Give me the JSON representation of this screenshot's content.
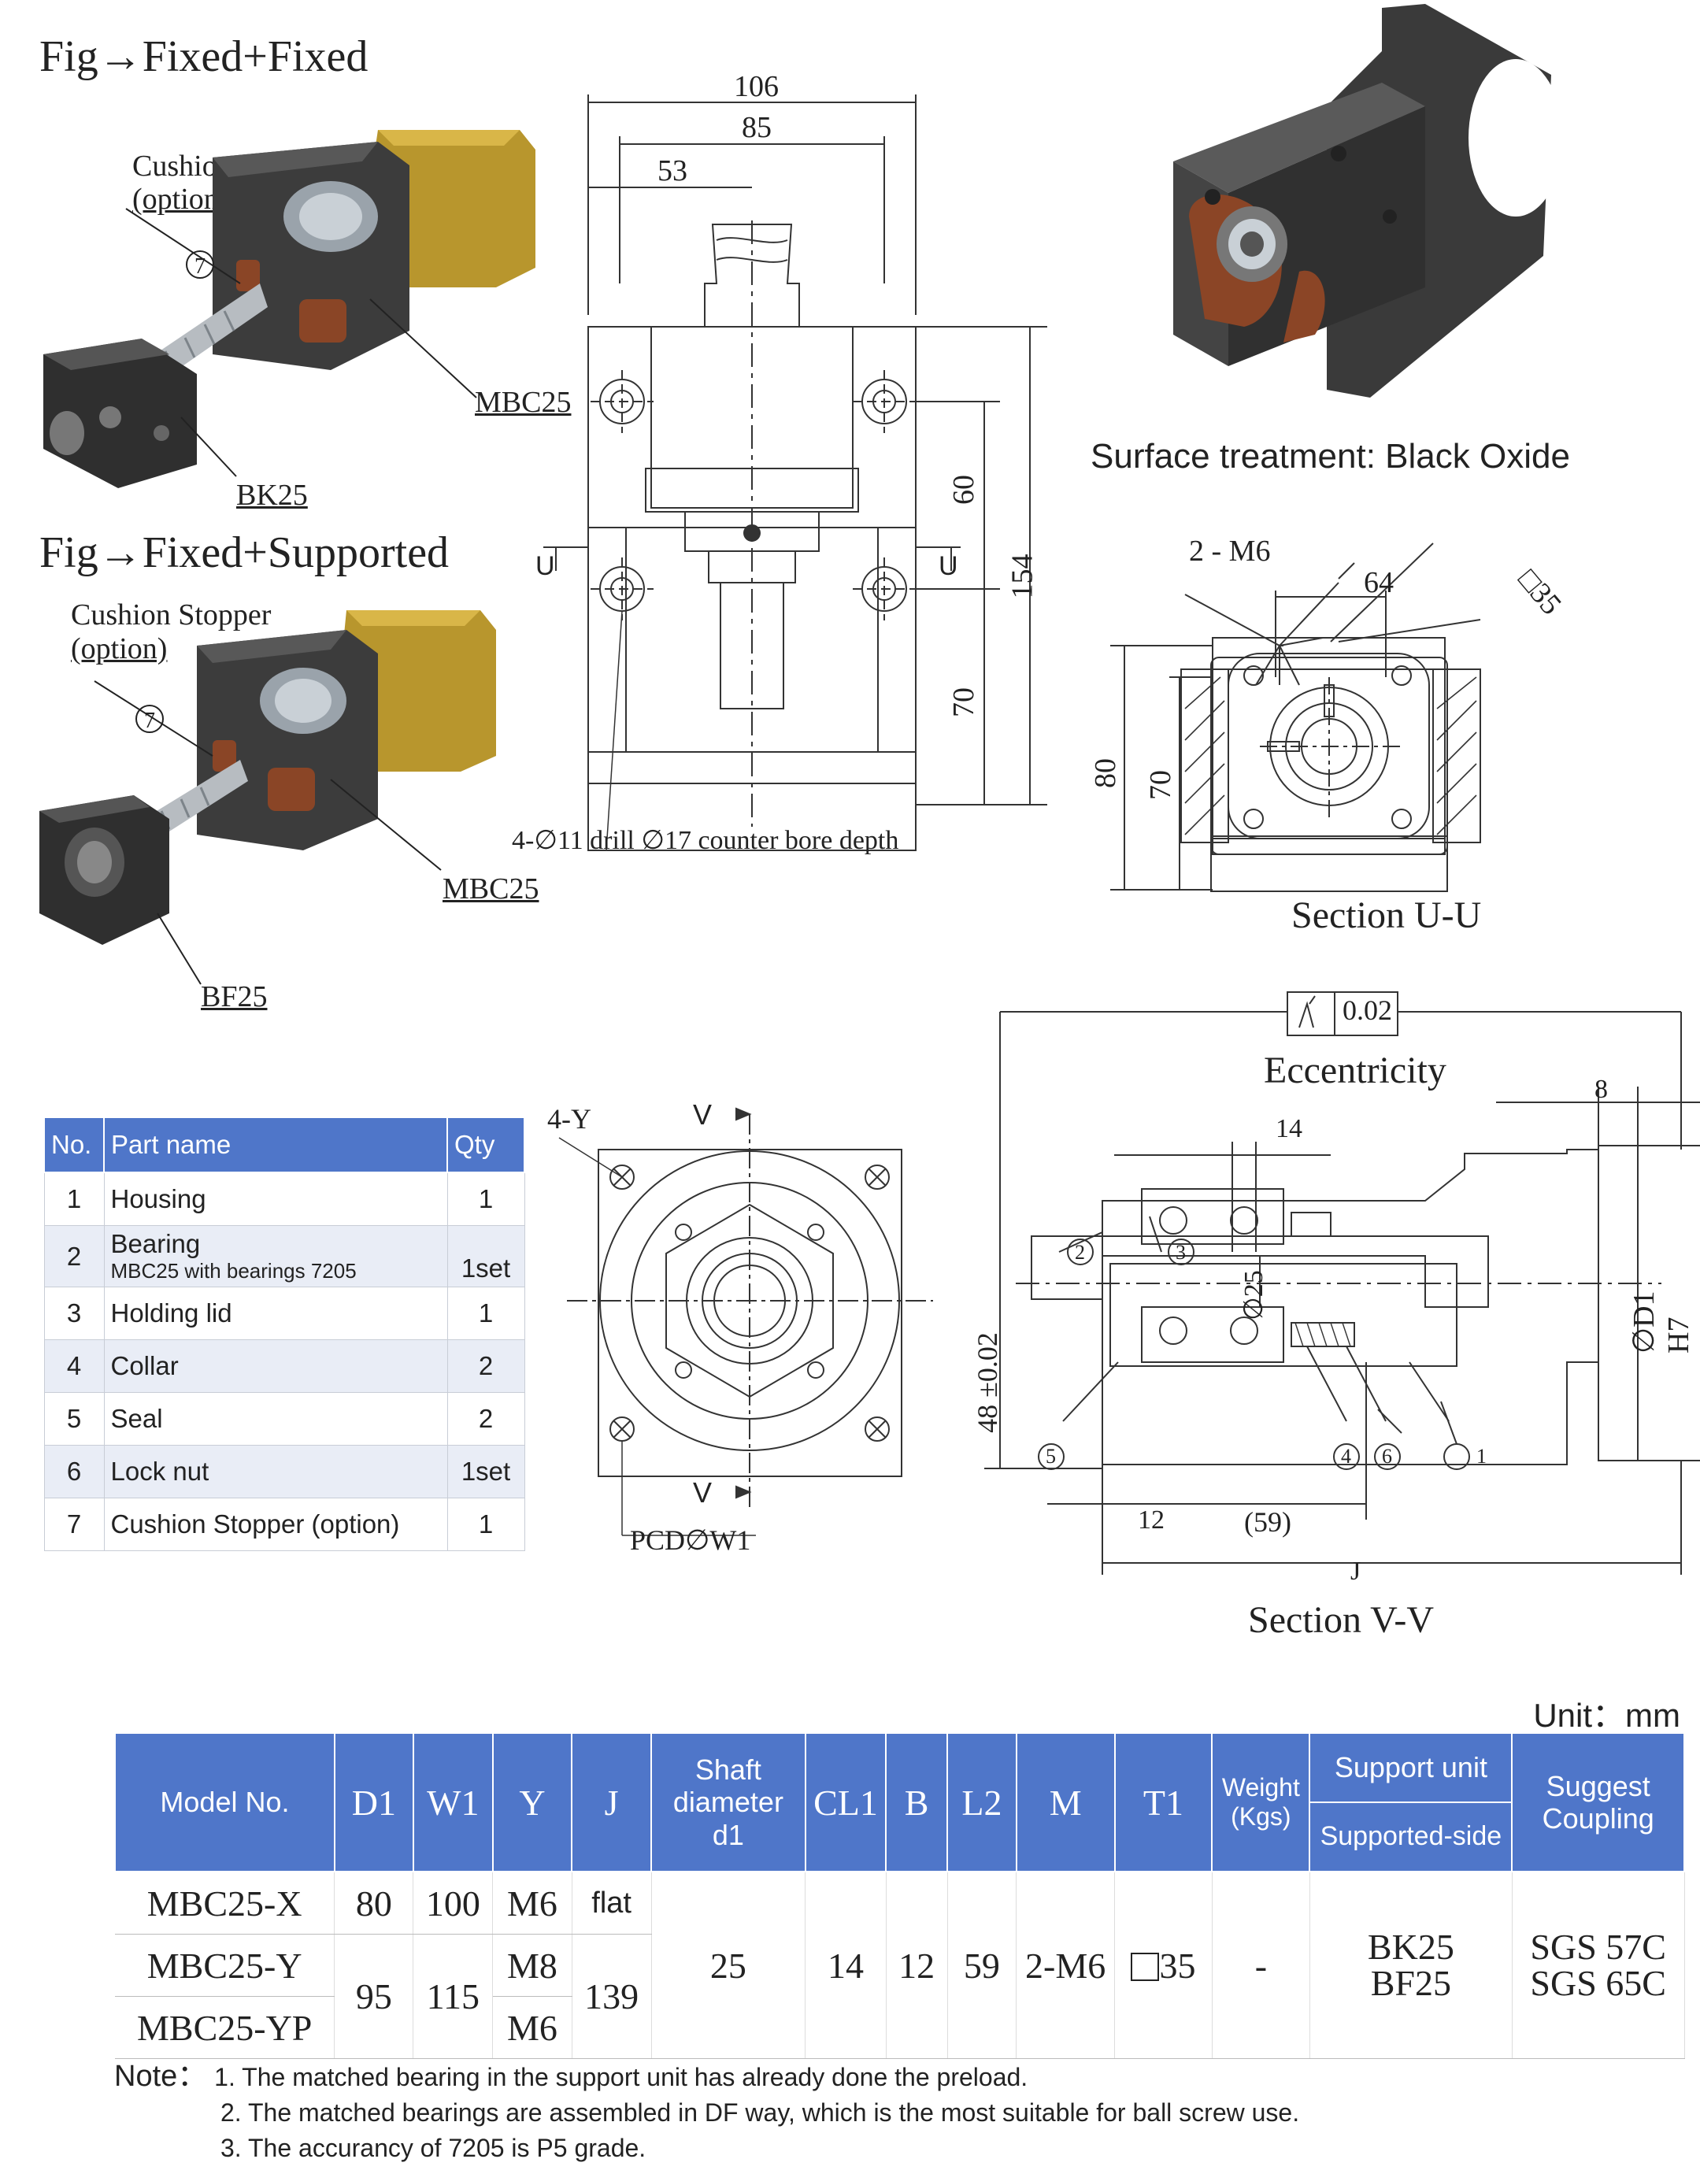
{
  "figures": {
    "fixed_fixed_title": "Fig→Fixed+Fixed",
    "fixed_supported_title": "Fig→Fixed+Supported",
    "cushion_stopper": "Cushion Stopper",
    "option": "(option)",
    "callout_7": "7",
    "mbc25": "MBC25",
    "bk25": "BK25",
    "bf25": "BF25",
    "surface_treatment": "Surface treatment: Black Oxide"
  },
  "front_view": {
    "dim_106": "106",
    "dim_85": "85",
    "dim_53": "53",
    "dim_60": "60",
    "dim_70": "70",
    "dim_154": "154",
    "section_mark": "U",
    "drill_note": "4-∅11 drill ∅17 counter bore depth"
  },
  "section_uu": {
    "thread": "2 - M6",
    "dim_64": "64",
    "square": "□35",
    "dim_80": "80",
    "dim_70": "70",
    "title": "Section U-U"
  },
  "bottom_view": {
    "holes": "4-Y",
    "section_mark": "V",
    "pcd": "PCD∅W1"
  },
  "section_vv": {
    "tolerance": "0.02",
    "eccentricity": "Eccentricity",
    "dim_8": "8",
    "dim_14": "14",
    "d25": "∅25",
    "d1": "∅D1 H7",
    "dim_48": "48 ±0.02",
    "dim_12": "12",
    "dim_59": "(59)",
    "dim_j": "J",
    "title": "Section V-V",
    "callouts": [
      "1",
      "2",
      "3",
      "4",
      "5",
      "6"
    ]
  },
  "parts_table": {
    "headers": [
      "No.",
      "Part name",
      "Qty"
    ],
    "rows": [
      {
        "no": "1",
        "name": "Housing",
        "sub": "",
        "qty": "1"
      },
      {
        "no": "2",
        "name": "Bearing",
        "sub": "MBC25 with bearings 7205",
        "qty": "1set"
      },
      {
        "no": "3",
        "name": "Holding lid",
        "sub": "",
        "qty": "1"
      },
      {
        "no": "4",
        "name": "Collar",
        "sub": "",
        "qty": "2"
      },
      {
        "no": "5",
        "name": "Seal",
        "sub": "",
        "qty": "2"
      },
      {
        "no": "6",
        "name": "Lock nut",
        "sub": "",
        "qty": "1set"
      },
      {
        "no": "7",
        "name": "Cushion Stopper (option)",
        "sub": "",
        "qty": "1"
      }
    ]
  },
  "spec_table": {
    "unit": "Unit：mm",
    "headers": {
      "model": "Model No.",
      "d1": "D1",
      "w1": "W1",
      "y": "Y",
      "j": "J",
      "shaft": "Shaft diameter d1",
      "cl1": "CL1",
      "b": "B",
      "l2": "L2",
      "m": "M",
      "t1": "T1",
      "weight": "Weight (Kgs)",
      "support": "Support unit",
      "supported_side": "Supported-side",
      "coupling": "Suggest Coupling"
    },
    "rows": [
      {
        "model": "MBC25-X",
        "d1": "80",
        "w1": "100",
        "y": "M6",
        "j": "flat"
      },
      {
        "model": "MBC25-Y",
        "d1": "95",
        "w1": "115",
        "y": "M8",
        "j": "139"
      },
      {
        "model": "MBC25-YP",
        "y": "M6"
      }
    ],
    "shared": {
      "shaft": "25",
      "cl1": "14",
      "b": "12",
      "l2": "59",
      "m": "2-M6",
      "t1": "35",
      "weight": "-",
      "support_1": "BK25",
      "support_2": "BF25",
      "coupling_1": "SGS 57C",
      "coupling_2": "SGS 65C"
    }
  },
  "notes": {
    "label": "Note：",
    "items": [
      "1. The matched bearing in the support unit has already done the preload.",
      "2. The matched bearings are assembled in DF way, which is the most suitable for ball screw use.",
      "3. The accurancy of 7205 is P5 grade."
    ]
  }
}
